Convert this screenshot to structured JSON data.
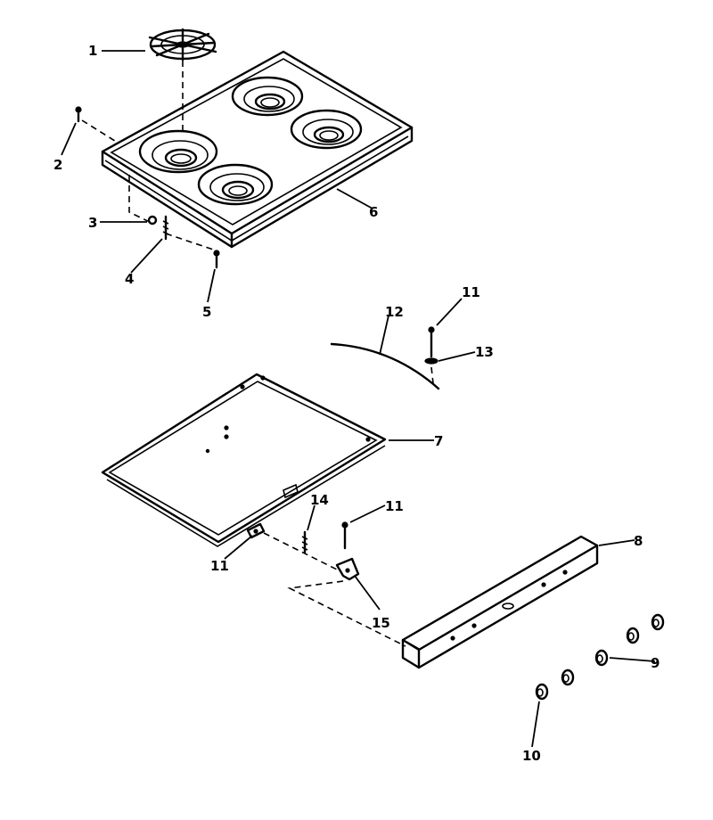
{
  "callouts": {
    "c1": "1",
    "c2": "2",
    "c3": "3",
    "c4": "4",
    "c5": "5",
    "c6": "6",
    "c7": "7",
    "c8": "8",
    "c9": "9",
    "c10": "10",
    "c11a": "11",
    "c11b": "11",
    "c11c": "11",
    "c12": "12",
    "c13": "13",
    "c14": "14",
    "c15": "15"
  }
}
